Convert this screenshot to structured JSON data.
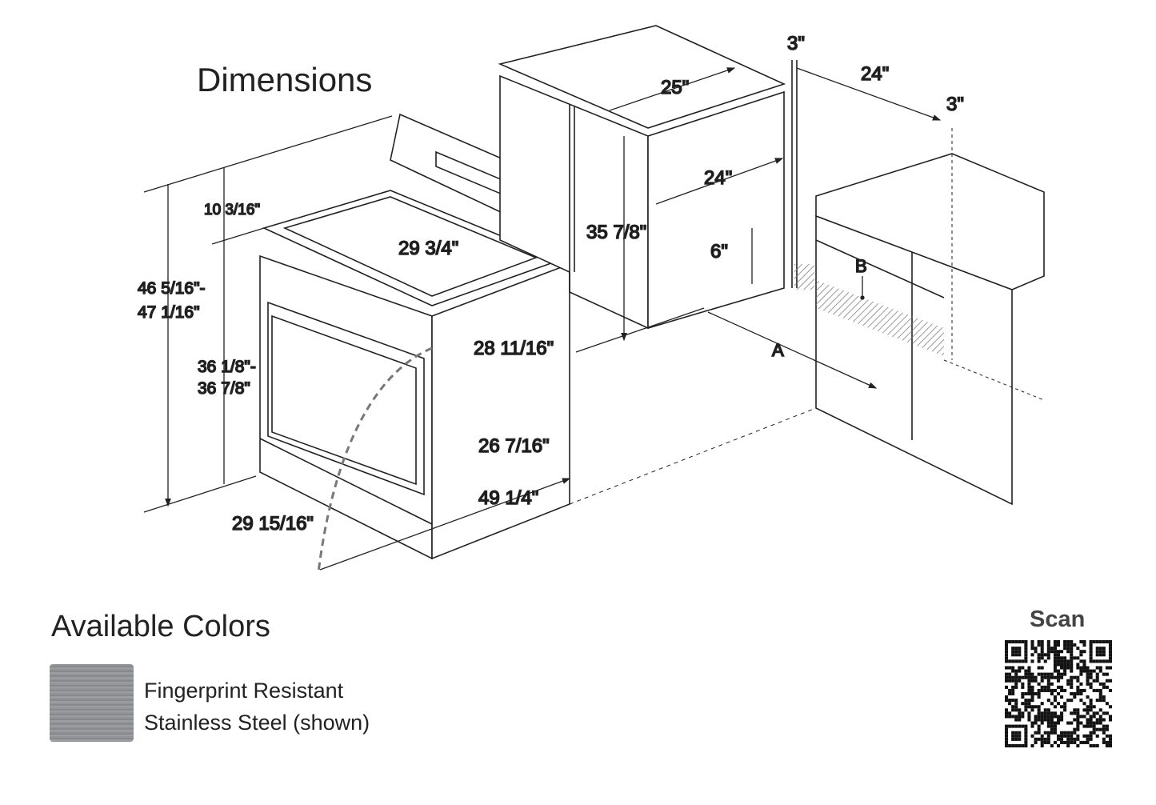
{
  "title": "Dimensions",
  "dimensions": {
    "backguard_height": "10 3/16\"",
    "overall_height_line1": "46 5/16\"-",
    "overall_height_line2": "47 1/16\"",
    "cooktop_height_line1": "36 1/8\"-",
    "cooktop_height_line2": "36 7/8\"",
    "cooktop_width": "29 3/4\"",
    "depth_with_handle": "28 11/16\"",
    "depth_body": "26 7/16\"",
    "depth_door_open": "49 1/4\"",
    "width": "29 15/16\"",
    "cabinet_depth_top": "25\"",
    "cabinet_depth": "24\"",
    "cabinet_height": "35 7/8\"",
    "toe_kick": "6\"",
    "clearance_left": "3\"",
    "opening_depth": "24\"",
    "clearance_right": "3\"",
    "label_a": "A",
    "label_b": "B"
  },
  "available_colors": {
    "heading": "Available Colors",
    "items": [
      {
        "line1": "Fingerprint Resistant",
        "line2": "Stainless Steel (shown)",
        "color": "#939598"
      }
    ]
  },
  "scan_label": "Scan"
}
